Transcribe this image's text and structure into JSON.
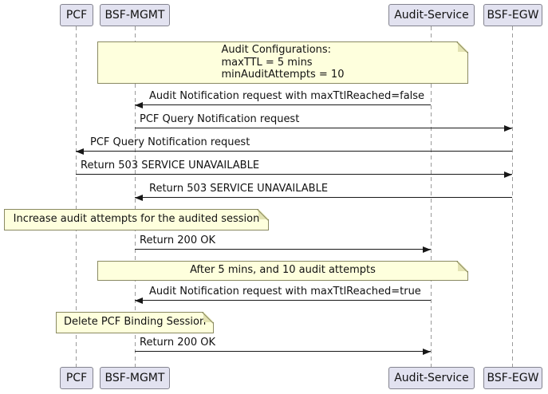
{
  "participants": [
    {
      "id": "pcf",
      "label": "PCF"
    },
    {
      "id": "bsf-mgmt",
      "label": "BSF-MGMT"
    },
    {
      "id": "audit-service",
      "label": "Audit-Service"
    },
    {
      "id": "bsf-egw",
      "label": "BSF-EGW"
    }
  ],
  "notes": [
    {
      "id": "audit-config",
      "lines": [
        "Audit Configurations:",
        "maxTTL = 5 mins",
        "minAuditAttempts = 10"
      ]
    },
    {
      "id": "increase-attempts",
      "lines": [
        "Increase audit attempts for the audited session"
      ]
    },
    {
      "id": "after-5-mins",
      "lines": [
        "After 5 mins, and 10 audit attempts"
      ]
    },
    {
      "id": "delete-binding",
      "lines": [
        "Delete PCF Binding Session"
      ]
    }
  ],
  "messages": [
    {
      "from": "Audit-Service",
      "to": "BSF-MGMT",
      "direction": "left",
      "label": "Audit Notification request with maxTtlReached=false"
    },
    {
      "from": "BSF-MGMT",
      "to": "BSF-EGW",
      "direction": "right",
      "label": "PCF Query Notification request"
    },
    {
      "from": "BSF-EGW",
      "to": "PCF",
      "direction": "left",
      "label": "PCF Query Notification request"
    },
    {
      "from": "PCF",
      "to": "BSF-EGW",
      "direction": "right",
      "label": "Return 503 SERVICE UNAVAILABLE"
    },
    {
      "from": "BSF-EGW",
      "to": "BSF-MGMT",
      "direction": "left",
      "label": "Return 503 SERVICE UNAVAILABLE"
    },
    {
      "from": "BSF-MGMT",
      "to": "Audit-Service",
      "direction": "right",
      "label": "Return 200 OK"
    },
    {
      "from": "Audit-Service",
      "to": "BSF-MGMT",
      "direction": "left",
      "label": "Audit Notification request with maxTtlReached=true"
    },
    {
      "from": "BSF-MGMT",
      "to": "Audit-Service",
      "direction": "right",
      "label": "Return 200 OK"
    }
  ],
  "colors": {
    "participant_fill": "#E2E2F0",
    "participant_border": "#83838f",
    "note_fill": "#FEFFDD",
    "note_border": "#8a8a62",
    "lifeline": "#9a9a9a",
    "arrow": "#181818",
    "background": "#FFFFFF"
  }
}
